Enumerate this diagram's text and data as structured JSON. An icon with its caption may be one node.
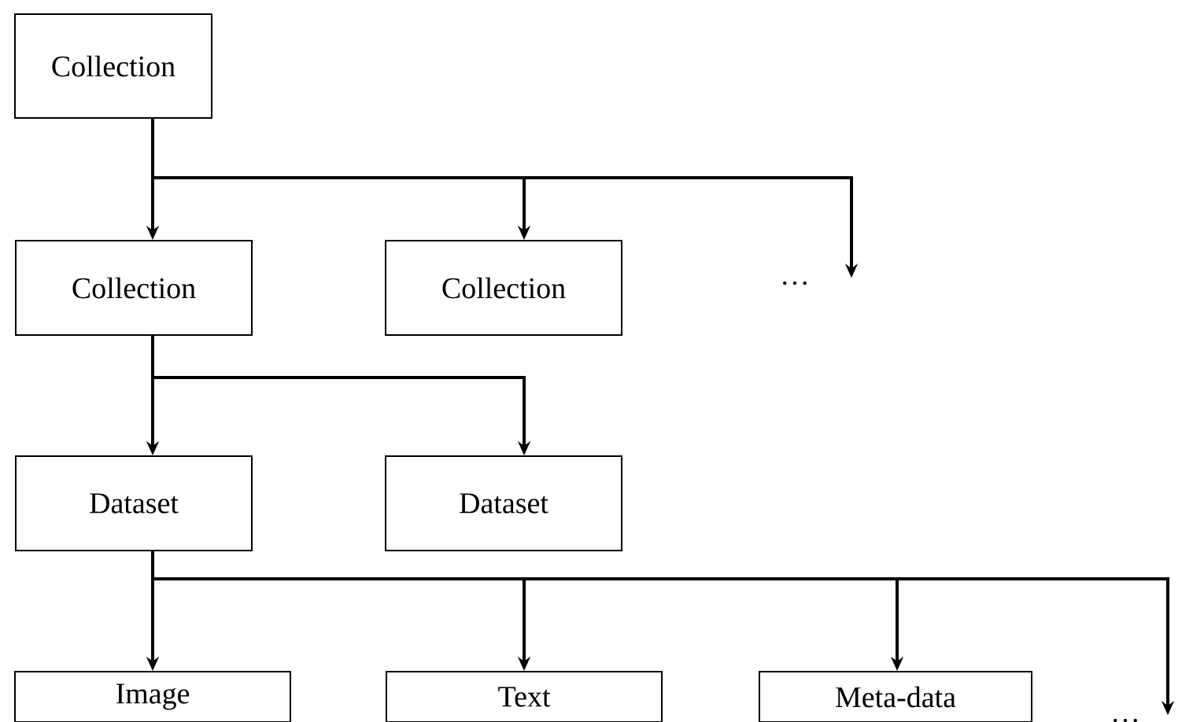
{
  "diagram": {
    "nodes": [
      {
        "text": [
          "Collection"
        ]
      },
      {
        "text": [
          "Collection"
        ]
      },
      {
        "text": [
          "Collection"
        ]
      },
      {
        "text": [
          "…"
        ]
      },
      {
        "text": [
          "Dataset"
        ]
      },
      {
        "text": [
          "Dataset"
        ]
      },
      {
        "text": [
          "Image"
        ]
      },
      {
        "text": [
          "Text"
        ]
      },
      {
        "text": [
          "Meta-data"
        ]
      },
      {
        "text": [
          "…"
        ]
      }
    ],
    "edges": [
      {
        "from": 0,
        "to": 1,
        "arrow": "to"
      },
      {
        "from": 0,
        "to": 2,
        "arrow": "to"
      },
      {
        "from": 0,
        "to": 3,
        "arrow": "to"
      },
      {
        "from": 1,
        "to": 4,
        "arrow": "to"
      },
      {
        "from": 1,
        "to": 5,
        "arrow": "to"
      },
      {
        "from": 4,
        "to": 6,
        "arrow": "to"
      },
      {
        "from": 4,
        "to": 7,
        "arrow": "to"
      },
      {
        "from": 4,
        "to": 8,
        "arrow": "to"
      },
      {
        "from": 4,
        "to": 9,
        "arrow": "to"
      }
    ]
  }
}
